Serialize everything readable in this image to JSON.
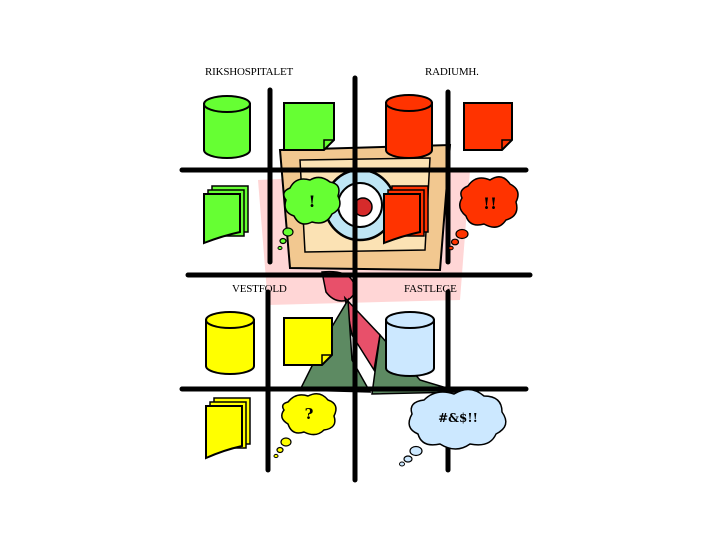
{
  "quadrants": {
    "top_left": {
      "label": "RIKSHOSPITALET",
      "color": "#66ff33",
      "bubble": "!"
    },
    "top_right": {
      "label": "RADIUMH.",
      "color": "#ff3300",
      "bubble": "!!"
    },
    "bottom_left": {
      "label": "VESTFOLD",
      "color": "#ffff00",
      "bubble": "?"
    },
    "bottom_right": {
      "label": "FASTLEGE",
      "color": "#cce8ff",
      "bubble": "#&$!!"
    }
  },
  "colors": {
    "grid": "#000000",
    "background_figure": "#ffd6d6",
    "folder": "#f2c890",
    "tie": "#e8506a",
    "coat": "#5d8a62"
  }
}
